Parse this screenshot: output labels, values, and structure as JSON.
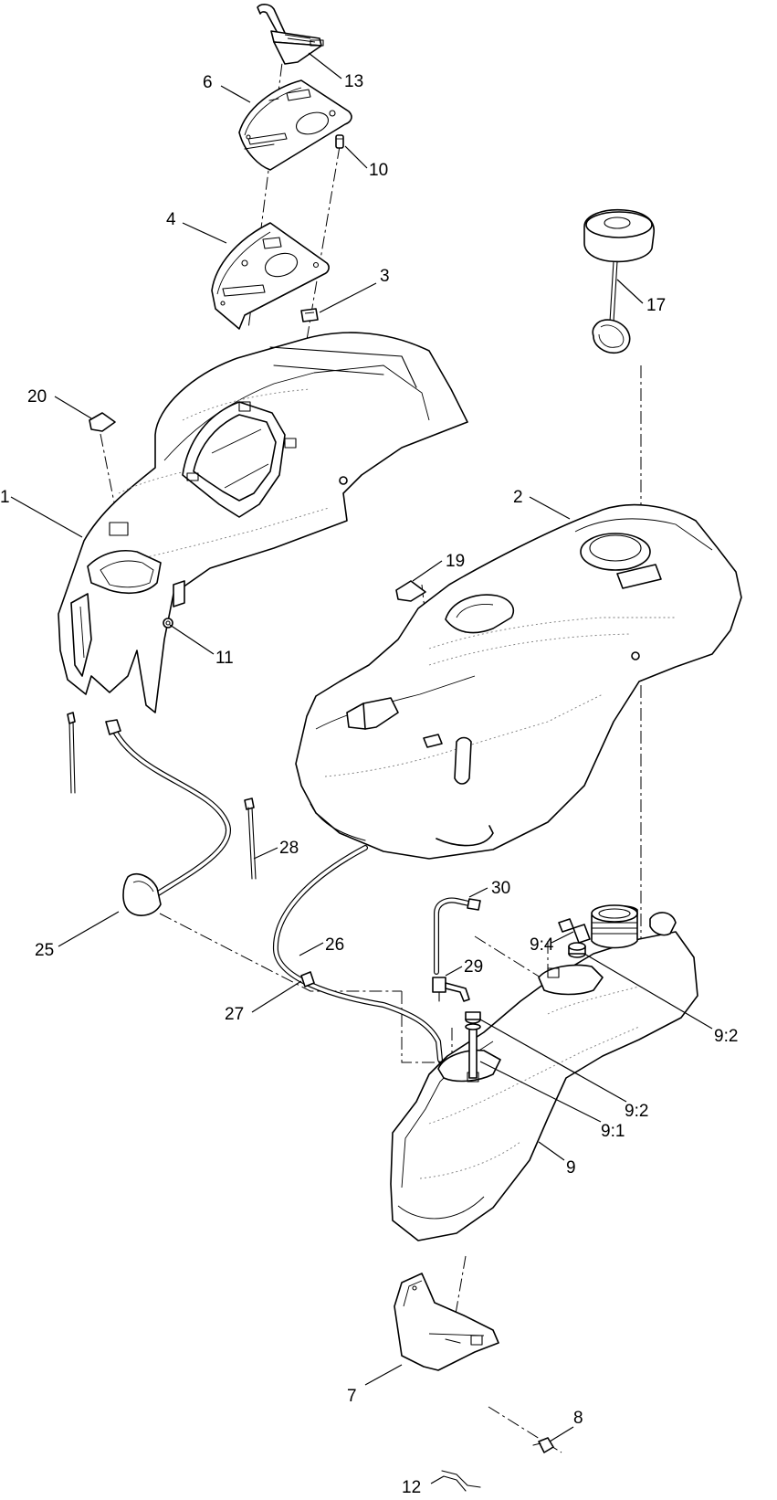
{
  "callouts": {
    "c13": "13",
    "c6": "6",
    "c10": "10",
    "c4": "4",
    "c3": "3",
    "c17": "17",
    "c20": "20",
    "c1": "1",
    "c2": "2",
    "c19": "19",
    "c11": "11",
    "c28": "28",
    "c30": "30",
    "c25": "25",
    "c26": "26",
    "c9_4": "9:4",
    "c29": "29",
    "c27": "27",
    "c9_2a": "9:2",
    "c9_2b": "9:2",
    "c9_1": "9:1",
    "c9": "9",
    "c8": "8",
    "c7": "7",
    "c12": "12"
  },
  "colors": {
    "line": "#000000",
    "background": "#ffffff",
    "hidden": "#7a7a7a"
  }
}
